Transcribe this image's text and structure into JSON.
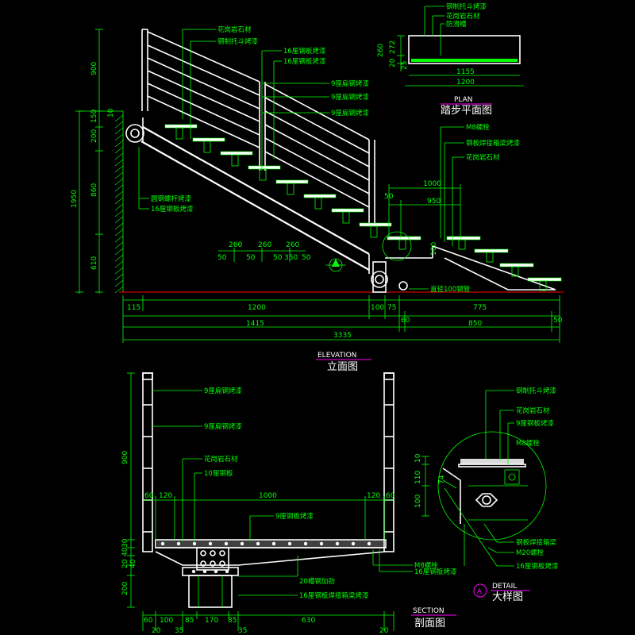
{
  "colors": {
    "background": "#000000",
    "annotation": "#00ff00",
    "outline": "#ffffff",
    "floor": "#ff0000",
    "title_underline": "#ff00ff"
  },
  "elevation": {
    "title_en": "ELEVATION",
    "title_cn": "立面图",
    "labels": {
      "granite": "花岗岩石材",
      "steel_bracket": "钢制托斗烤漆",
      "plate16_a": "16厘钢板烤漆",
      "plate16_b": "16厘钢板烤漆",
      "flat9_a": "9厘扁钢烤漆",
      "flat9_b": "9厘扁钢烤漆",
      "flat9_c": "9厘扁钢烤漆",
      "round_bar": "圆钢螺杆烤漆",
      "plate16_c": "16厘钢板烤漆",
      "bolt": "M8螺栓",
      "welded_beam": "钢板焊接箱梁烤漆",
      "granite_b": "花岗岩石材",
      "round_tube": "直径100钢管"
    },
    "dims_left": {
      "d900": "900",
      "d150": "150",
      "d200": "200",
      "d10": "10",
      "d860": "860",
      "d1950": "1950",
      "d610": "610"
    },
    "dims_steps": {
      "d260a": "260",
      "d260b": "260",
      "d260c": "260",
      "d50a": "50",
      "d50b": "50",
      "d50c": "50",
      "d350": "350",
      "d50d": "50"
    },
    "dims_right": {
      "d1000": "1000",
      "d950": "950",
      "d50": "50",
      "d100": "100"
    },
    "dims_bottom": {
      "d115": "115",
      "d1200": "1200",
      "d100": "100",
      "d75": "75",
      "d775": "775",
      "d60": "60",
      "d850": "850",
      "d50": "50",
      "d1415": "1415",
      "d3335": "3335"
    },
    "detail_marker": "A"
  },
  "plan": {
    "title_en": "PLAN",
    "title_cn": "踏步平面图",
    "labels": {
      "bracket": "钢制托斗烤漆",
      "granite": "花岗岩石材",
      "antislip": "防滑槽"
    },
    "dims": {
      "d260": "260",
      "d272": "272",
      "d20": "20",
      "d25": "25",
      "d1155": "1155",
      "d1200": "1200"
    }
  },
  "section": {
    "title_en": "SECTION",
    "title_cn": "剖面图",
    "labels": {
      "flat9_a": "9厘扁钢烤漆",
      "flat9_b": "9厘扁钢烤漆",
      "granite": "花岗岩石材",
      "plate10": "10厘钢板",
      "plate9": "9厘钢板烤漆",
      "rib20": "20槽钢加劲",
      "bolt": "M8螺栓",
      "plate16": "16厘钢板烤漆",
      "box_beam": "16厘钢板焊接箱梁烤漆"
    },
    "dims_left": {
      "d900": "900",
      "d30": "30",
      "d40": "40",
      "d20": "20",
      "d40b": "40",
      "d200": "200"
    },
    "dims_inner": {
      "d60a": "60",
      "d120a": "120",
      "d1000": "1000",
      "d120b": "120",
      "d60b": "60"
    },
    "dims_bottom": {
      "d60": "60",
      "d100": "100",
      "d85": "85",
      "d170": "170",
      "d85b": "85",
      "d630": "630",
      "d20a": "20",
      "d35a": "35",
      "d35b": "35",
      "d20b": "20"
    }
  },
  "detail": {
    "title_en": "DETAIL",
    "title_cn": "大样图",
    "marker": "A",
    "labels": {
      "bracket": "钢制托斗烤漆",
      "granite": "花岗岩石材",
      "plate9": "9厘钢板烤漆",
      "bolt": "M8螺栓",
      "beam": "钢板焊接箱梁",
      "bolt2": "M20螺栓",
      "plate16": "16厘钢板烤漆"
    },
    "dims": {
      "d10": "10",
      "d110": "110",
      "d74": "74",
      "d100": "100"
    }
  }
}
